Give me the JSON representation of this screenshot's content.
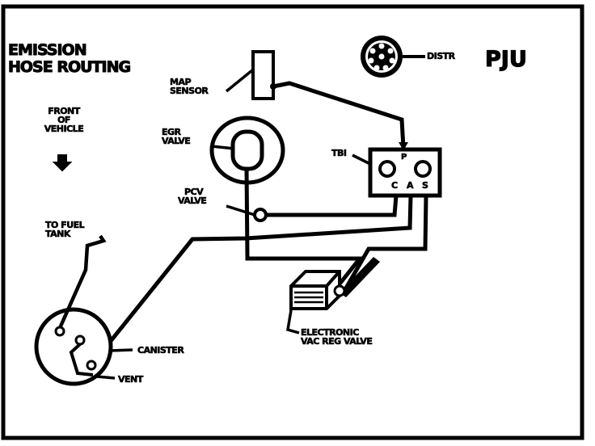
{
  "title": {
    "line1": "EMISSION",
    "line2": "HOSE ROUTING"
  },
  "code": "PJU",
  "labels": {
    "distr": "DISTR",
    "map_sensor": {
      "line1": "MAP",
      "line2": "SENSOR"
    },
    "front": {
      "line1": "FRONT",
      "line2": "OF",
      "line3": "VEHICLE"
    },
    "egr": {
      "line1": "EGR",
      "line2": "VALVE"
    },
    "tbi": "TBI",
    "tbi_ports": {
      "p": "P",
      "c": "C",
      "a": "A",
      "s": "S"
    },
    "pcv": {
      "line1": "PCV",
      "line2": "VALVE"
    },
    "fuel": {
      "line1": "TO FUEL",
      "line2": "TANK"
    },
    "canister": "CANISTER",
    "vent": "VENT",
    "evrv": {
      "line1": "ELECTRONIC",
      "line2": "VAC REG VALVE"
    }
  },
  "icons": [
    "front-arrow-icon",
    "distributor-icon"
  ],
  "colors": {
    "ink": "#000000",
    "paper": "#ffffff"
  }
}
